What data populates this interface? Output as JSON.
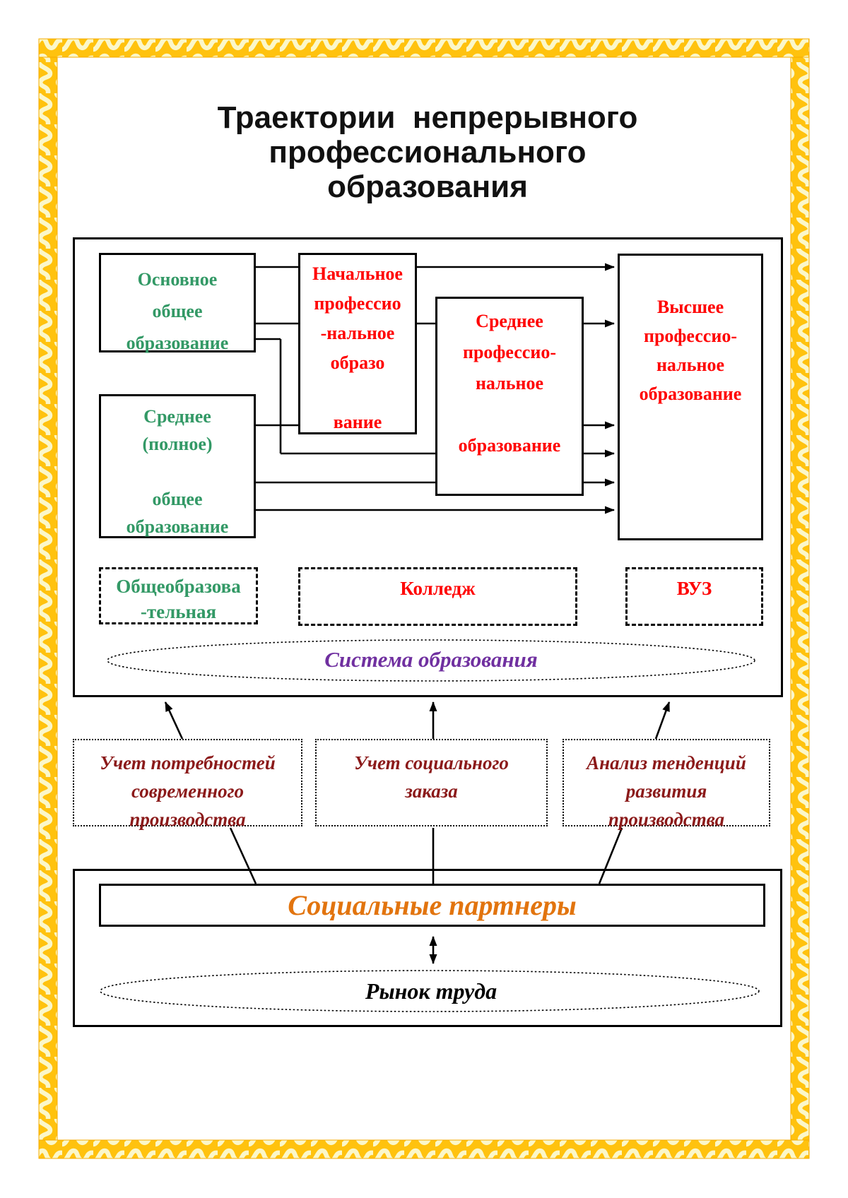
{
  "title": {
    "lines": [
      "Траектории  непрерывного",
      "профессионального",
      "образования"
    ]
  },
  "system": {
    "general_basic": {
      "lines": [
        "Основное",
        "общее",
        "образование"
      ]
    },
    "general_secondary": {
      "lines": [
        "Среднее",
        "(полное)",
        "",
        "общее",
        "образование"
      ]
    },
    "initial_vocational": {
      "lines": [
        "Начальное",
        "профессио",
        "-нальное",
        "образо",
        "",
        "вание"
      ]
    },
    "secondary_vocational": {
      "lines": [
        "Среднее",
        "профессио-",
        "нальное",
        "",
        "образование"
      ]
    },
    "higher_vocational": {
      "lines": [
        "Высшее",
        "профессио-",
        "нальное",
        "образование"
      ]
    },
    "school": {
      "lines": [
        "Общеобразова",
        "-тельная"
      ]
    },
    "college": {
      "label": "Колледж"
    },
    "university": {
      "label": "ВУЗ"
    },
    "ellipse_label": "Система образования"
  },
  "factors": {
    "needs": {
      "lines": [
        "Учет потребностей",
        "современного",
        "производства"
      ]
    },
    "social_order": {
      "lines": [
        "Учет социального",
        "заказа"
      ]
    },
    "trends": {
      "lines": [
        "Анализ тенденций",
        "развития",
        "производства"
      ]
    }
  },
  "partners": {
    "label": "Социальные партнеры"
  },
  "labor_market": {
    "label": "Рынок труда"
  },
  "colors": {
    "green": "#339966",
    "red": "#FF0000",
    "purple": "#7030A0",
    "dark_red": "#8B1A1A",
    "orange": "#E2740E",
    "line_black": "#000000",
    "border_gold": "#FFC20E",
    "border_wave_cream": "#FBF7C9"
  }
}
